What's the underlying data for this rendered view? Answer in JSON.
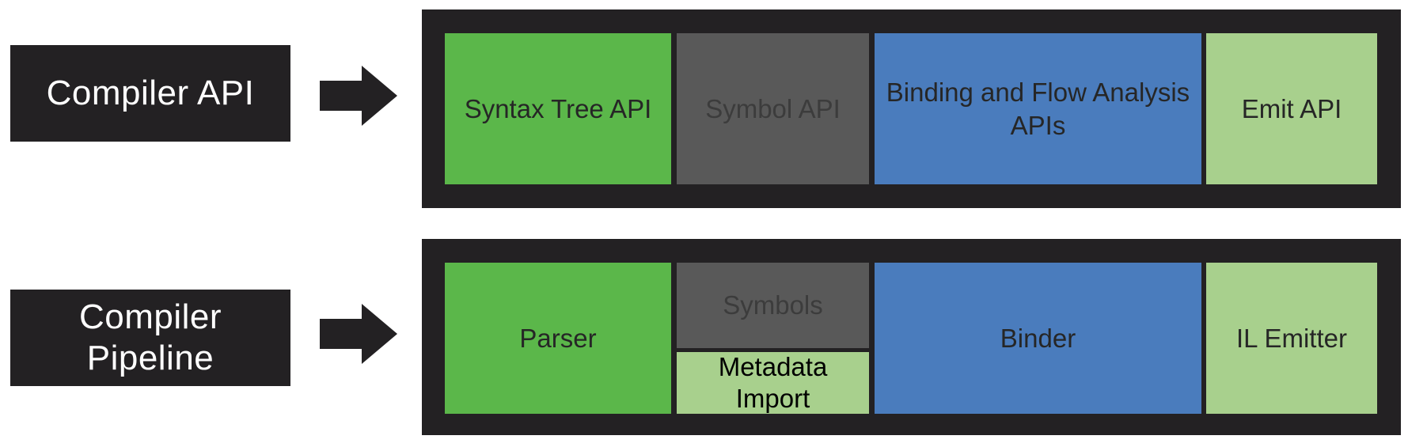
{
  "colors": {
    "background": "#ffffff",
    "frame_black": "#232123",
    "green": "#5BB74A",
    "dark_gray": "#595959",
    "blue": "#4A7CBD",
    "light_green": "#A8D08D",
    "label_text": "#ffffff",
    "block_text": "#262626",
    "gray_block_text": "#3C3C3C"
  },
  "rows": [
    {
      "label": "Compiler API",
      "blocks": [
        {
          "text": "Syntax Tree API",
          "color": "green"
        },
        {
          "text": "Symbol API",
          "color": "dark_gray"
        },
        {
          "text": "Binding and Flow Analysis APIs",
          "color": "blue"
        },
        {
          "text": "Emit API",
          "color": "light_green"
        }
      ]
    },
    {
      "label": "Compiler Pipeline",
      "blocks": [
        {
          "text": "Parser",
          "color": "green"
        },
        {
          "text": "Symbols",
          "color": "dark_gray"
        },
        {
          "text": "Metadata Import",
          "color": "light_green"
        },
        {
          "text": "Binder",
          "color": "blue"
        },
        {
          "text": "IL Emitter",
          "color": "light_green"
        }
      ]
    }
  ]
}
